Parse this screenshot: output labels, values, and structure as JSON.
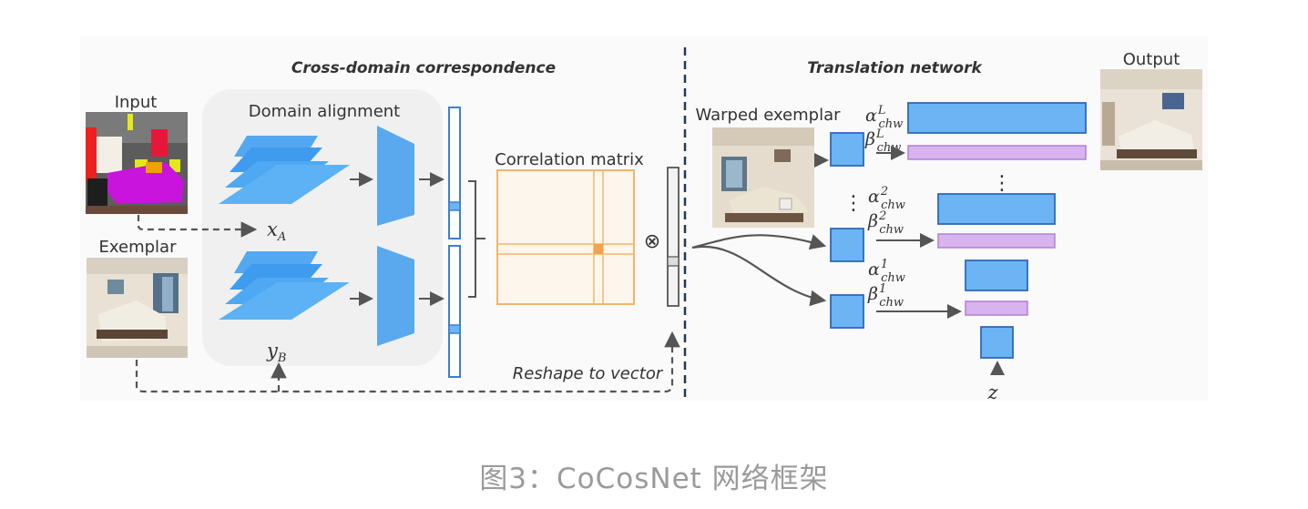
{
  "sections": {
    "cross_domain": "Cross-domain correspondence",
    "translation": "Translation network"
  },
  "labels": {
    "input": "Input",
    "exemplar": "Exemplar",
    "domain_alignment": "Domain alignment",
    "x_a_main": "x",
    "x_a_sub": "A",
    "y_b_main": "y",
    "y_b_sub": "B",
    "correlation_matrix": "Correlation matrix",
    "reshape": "Reshape to vector",
    "warped_exemplar": "Warped exemplar",
    "output": "Output",
    "z": "z",
    "otimes": "⊗",
    "dots_v": "⋮"
  },
  "params": {
    "alpha": "α",
    "beta": "β",
    "chw": "chw",
    "level_L": "L",
    "level_2": "2",
    "level_1": "1"
  },
  "caption": "图3：CoCosNet 网络框架",
  "colors": {
    "blue_fill": "#6cb4f4",
    "blue_dark": "#3d7fd0",
    "purple_fill": "#d9b3ee",
    "purple_border": "#b07fd6",
    "matrix_border": "#f4b56b",
    "matrix_fill": "#fdf6ec",
    "matrix_highlight": "#f4a24c",
    "arrow": "#555555",
    "panel_bg": "#f2f2f2"
  }
}
